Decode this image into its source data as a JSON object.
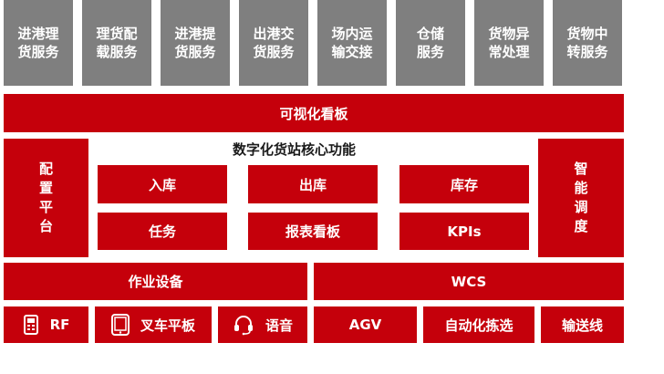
{
  "top_services": [
    {
      "label": "进港理\n货服务"
    },
    {
      "label": "理货配\n载服务"
    },
    {
      "label": "进港提\n货服务"
    },
    {
      "label": "出港交\n货服务"
    },
    {
      "label": "场内运\n输交接"
    },
    {
      "label": "仓储\n服务"
    },
    {
      "label": "货物异\n常处理"
    },
    {
      "label": "货物中\n转服务"
    }
  ],
  "dashboard_bar": {
    "label": "可视化看板"
  },
  "left_panel": {
    "label": "配\n置\n平\n台"
  },
  "right_panel": {
    "label": "智\n能\n调\n度"
  },
  "core": {
    "title": "数字化货站核心功能",
    "modules": [
      {
        "label": "入库"
      },
      {
        "label": "出库"
      },
      {
        "label": "库存"
      },
      {
        "label": "任务"
      },
      {
        "label": "报表看板"
      },
      {
        "label": "KPIs"
      }
    ]
  },
  "equipment_bar": {
    "label": "作业设备"
  },
  "wcs_bar": {
    "label": "WCS"
  },
  "devices": [
    {
      "label": "RF",
      "icon": "handheld-scanner-icon"
    },
    {
      "label": "叉车平板",
      "icon": "tablet-icon"
    },
    {
      "label": "语音",
      "icon": "headset-icon"
    },
    {
      "label": "AGV"
    },
    {
      "label": "自动化拣选"
    },
    {
      "label": "输送线"
    }
  ],
  "colors": {
    "red": "#c5000b",
    "gray": "#7f7f7f"
  }
}
